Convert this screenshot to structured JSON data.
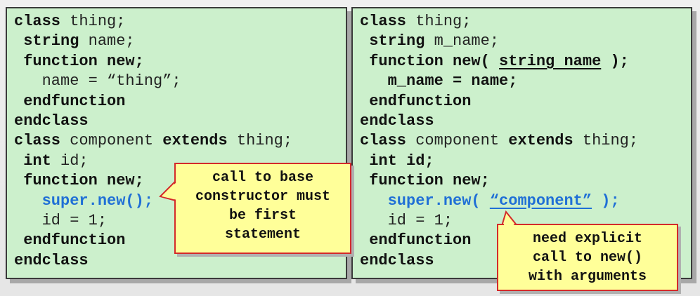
{
  "left_panel": {
    "lines": [
      [
        {
          "t": "class",
          "s": "kw"
        },
        {
          "t": " thing;",
          "s": "tx"
        }
      ],
      [
        {
          "t": " string",
          "s": "kw"
        },
        {
          "t": " name;",
          "s": "tx"
        }
      ],
      [
        {
          "t": " function new;",
          "s": "kw"
        }
      ],
      [
        {
          "t": "   name = “thing”;",
          "s": "tx"
        }
      ],
      [
        {
          "t": " endfunction",
          "s": "kw"
        }
      ],
      [
        {
          "t": "endclass",
          "s": "kw"
        }
      ],
      [
        {
          "t": "class",
          "s": "kw"
        },
        {
          "t": " component ",
          "s": "tx"
        },
        {
          "t": "extends",
          "s": "kw"
        },
        {
          "t": " thing;",
          "s": "tx"
        }
      ],
      [
        {
          "t": " int",
          "s": "kw"
        },
        {
          "t": " id;",
          "s": "tx"
        }
      ],
      [
        {
          "t": " function new;",
          "s": "kw"
        }
      ],
      [
        {
          "t": "   super.new();",
          "s": "blue"
        }
      ],
      [
        {
          "t": "   id = 1;",
          "s": "tx"
        }
      ],
      [
        {
          "t": " endfunction",
          "s": "kw"
        }
      ],
      [
        {
          "t": "endclass",
          "s": "kw"
        }
      ]
    ]
  },
  "right_panel": {
    "lines": [
      [
        {
          "t": "class",
          "s": "kw"
        },
        {
          "t": " thing;",
          "s": "tx"
        }
      ],
      [
        {
          "t": " string",
          "s": "kw"
        },
        {
          "t": " m_name;",
          "s": "tx"
        }
      ],
      [
        {
          "t": " function new( ",
          "s": "kw"
        },
        {
          "t": "string name",
          "s": "kw ul"
        },
        {
          "t": " );",
          "s": "kw"
        }
      ],
      [
        {
          "t": "   m_name = name;",
          "s": "kw"
        }
      ],
      [
        {
          "t": " endfunction",
          "s": "kw"
        }
      ],
      [
        {
          "t": "endclass",
          "s": "kw"
        }
      ],
      [
        {
          "t": "class",
          "s": "kw"
        },
        {
          "t": " component ",
          "s": "tx"
        },
        {
          "t": "extends",
          "s": "kw"
        },
        {
          "t": " thing;",
          "s": "tx"
        }
      ],
      [
        {
          "t": " int id;",
          "s": "kw"
        }
      ],
      [
        {
          "t": " function new;",
          "s": "kw"
        }
      ],
      [
        {
          "t": "   super.new( ",
          "s": "blue"
        },
        {
          "t": "“component”",
          "s": "blue ul"
        },
        {
          "t": " );",
          "s": "blue"
        }
      ],
      [
        {
          "t": "   id = 1;",
          "s": "tx"
        }
      ],
      [
        {
          "t": " endfunction",
          "s": "kw"
        }
      ],
      [
        {
          "t": "endclass",
          "s": "kw"
        }
      ]
    ]
  },
  "callouts": {
    "base_constructor": [
      "call to base",
      "constructor must",
      "be first",
      "statement"
    ],
    "explicit_call": [
      "need explicit",
      "call to new()",
      "with arguments"
    ]
  },
  "colors": {
    "panel_bg": "#ccf0cc",
    "callout_bg": "#ffff99",
    "callout_border": "#d42a2a",
    "keyword_blue": "#1f6fd6"
  }
}
